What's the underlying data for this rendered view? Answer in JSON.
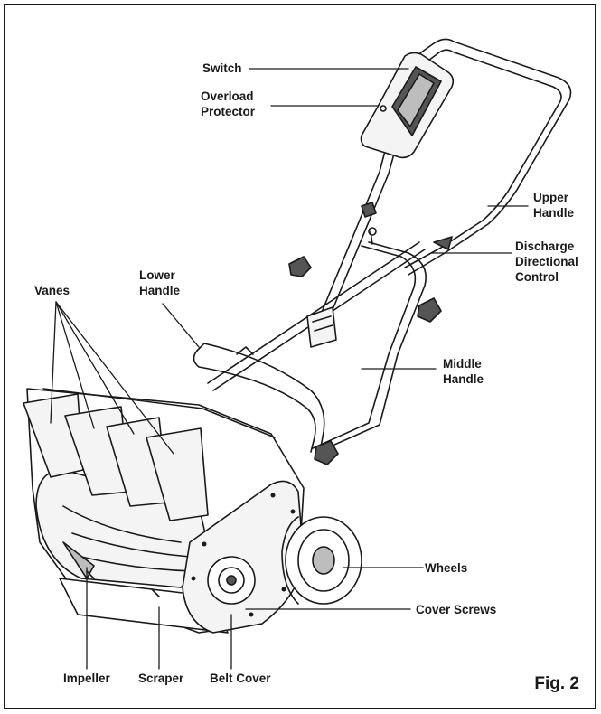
{
  "figure_label": "Fig. 2",
  "labels": {
    "switch": "Switch",
    "overload_protector": "Overload\nProtector",
    "upper_handle": "Upper\nHandle",
    "discharge_control": "Discharge\nDirectional\nControl",
    "lower_handle": "Lower\nHandle",
    "vanes": "Vanes",
    "middle_handle": "Middle\nHandle",
    "wheels": "Wheels",
    "cover_screws": "Cover Screws",
    "impeller": "Impeller",
    "scraper": "Scraper",
    "belt_cover": "Belt Cover"
  },
  "colors": {
    "ink": "#1a1a1a",
    "fill_light": "#f4f4f4",
    "fill_mid": "#bdbdbd",
    "fill_dark": "#555555"
  }
}
